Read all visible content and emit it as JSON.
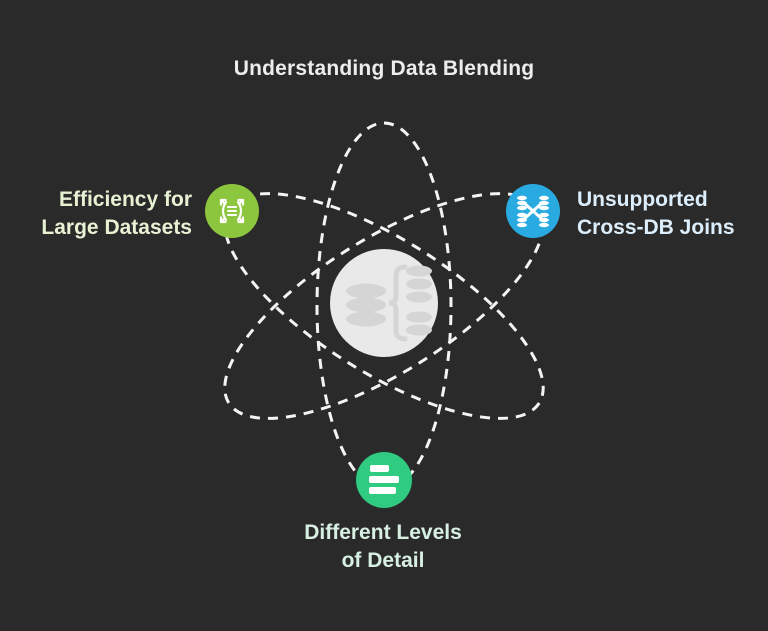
{
  "title": "Understanding Data Blending",
  "colors": {
    "background": "#2B2A2A",
    "title_text": "#EDEDED",
    "orbit_stroke": "#F4F4F4",
    "center_circle": "#E9E9E9",
    "center_icon": "#D5D5D5",
    "node_left": "#8CC63F",
    "node_right": "#29ABE2",
    "node_bottom": "#2ECB80",
    "icon_glyph": "#FFFFFF",
    "label_left": "#E7F1D3",
    "label_right": "#DCEEFB",
    "label_bottom": "#D7F0E2"
  },
  "center": {
    "icon": "data-blend-database-icon"
  },
  "nodes": {
    "left": {
      "label_line1": "Efficiency for",
      "label_line2": "Large Datasets",
      "icon": "expand-arrows-database-icon"
    },
    "right": {
      "label_line1": "Unsupported",
      "label_line2": "Cross-DB Joins",
      "icon": "crossed-databases-icon"
    },
    "bottom": {
      "label_line1": "Different Levels",
      "label_line2": "of Detail",
      "icon": "detail-levels-bars-icon"
    }
  }
}
